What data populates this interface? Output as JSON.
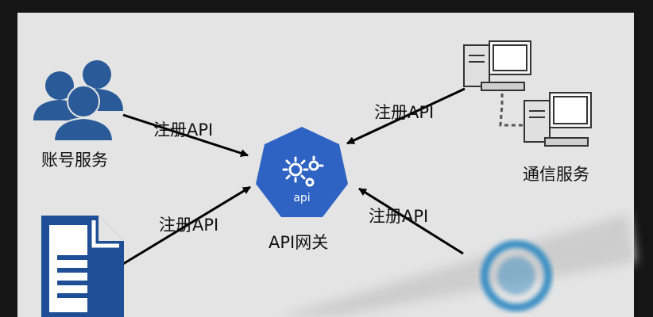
{
  "nodes": {
    "account": {
      "label": "账号服务",
      "icon": "users-group-icon"
    },
    "comm": {
      "label": "通信服务",
      "icon": "networked-computers-icon"
    },
    "gateway": {
      "label": "API网关",
      "icon": "api-gateway-icon",
      "badge": "api"
    },
    "document": {
      "icon": "document-icon"
    },
    "blurred": {
      "icon": "blurred-logo-icon"
    }
  },
  "edges": [
    {
      "from": "account",
      "to": "gateway",
      "label": "注册API"
    },
    {
      "from": "comm",
      "to": "gateway",
      "label": "注册API"
    },
    {
      "from": "document",
      "to": "gateway",
      "label": "注册API"
    },
    {
      "from": "blurred",
      "to": "gateway",
      "label": "注册API"
    }
  ],
  "colors": {
    "accent": "#2e63c4",
    "people": "#2a5b98",
    "panel": "#e4e4e4",
    "frame": "#151515"
  }
}
